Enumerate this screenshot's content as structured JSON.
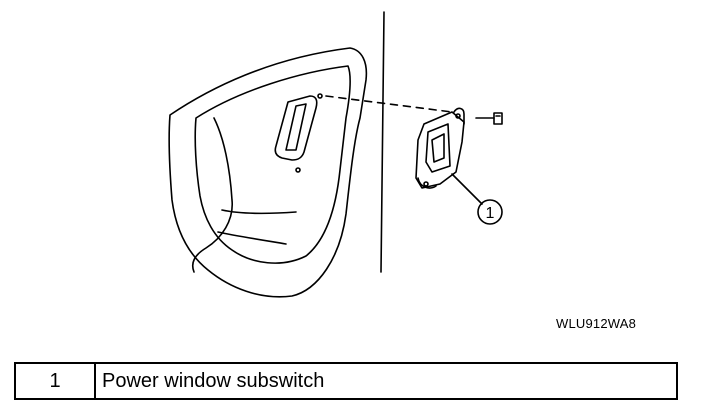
{
  "figure": {
    "callout_number": "1",
    "figure_code": "WLU912WA8"
  },
  "legend": {
    "rows": [
      {
        "number": "1",
        "description": "Power window subswitch"
      }
    ]
  }
}
